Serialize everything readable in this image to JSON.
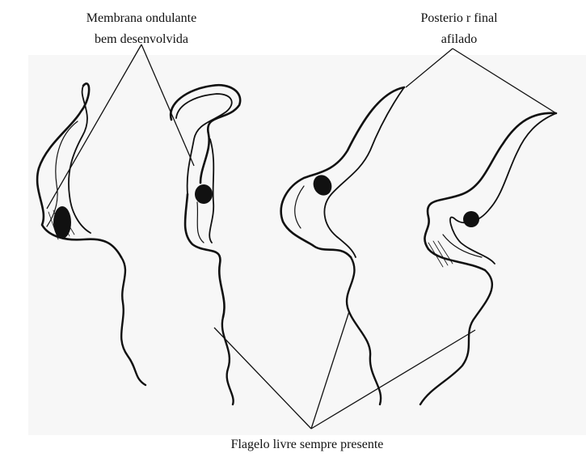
{
  "labels": {
    "membrane": {
      "line1": "Membrana ondulante",
      "line2": "bem desenvolvida"
    },
    "posterior": {
      "line1": "Posterio r final",
      "line2": "afilado"
    },
    "flagellum": "Flagelo livre sempre presente"
  },
  "figure": {
    "subject": "trypanosome-drawings",
    "count": 4,
    "background_color": "#f7f7f7",
    "stroke_color": "#111111",
    "nucleus_color": "#111111"
  }
}
